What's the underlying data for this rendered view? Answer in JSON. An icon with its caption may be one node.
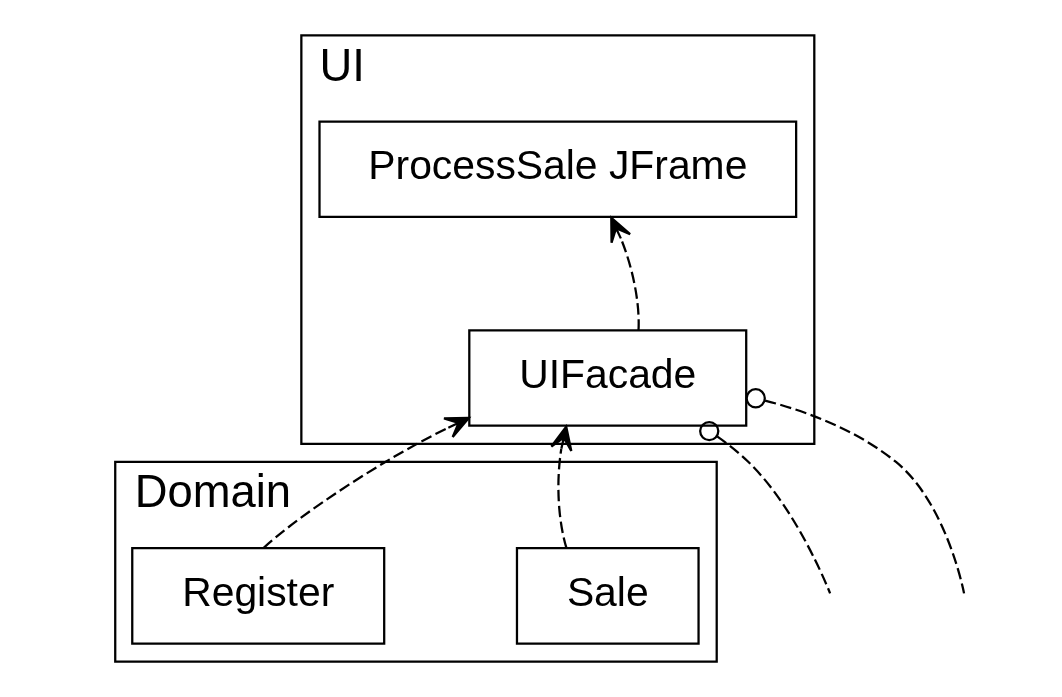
{
  "diagram": {
    "nodes": [
      {
        "text": [
          "UI"
        ]
      },
      {
        "text": [
          "ProcessSale JFrame"
        ],
        "in": 0
      },
      {
        "text": [
          "UIFacade"
        ],
        "in": 0
      },
      {
        "text": [
          "Domain"
        ]
      },
      {
        "text": [
          "Register"
        ],
        "in": 3
      },
      {
        "text": [
          "Sale"
        ],
        "in": 3
      }
    ],
    "edges": [
      {
        "from": 2,
        "to": 1,
        "arrow": "to",
        "style": "dashed"
      },
      {
        "from": 2,
        "to": null,
        "arrow": "other",
        "style": "dashed"
      },
      {
        "from": 2,
        "to": null,
        "arrow": "other",
        "style": "dashed"
      },
      {
        "from": 4,
        "to": 2,
        "arrow": "to",
        "style": "dashed"
      },
      {
        "from": 5,
        "to": 2,
        "arrow": "to",
        "style": "dashed"
      }
    ]
  }
}
